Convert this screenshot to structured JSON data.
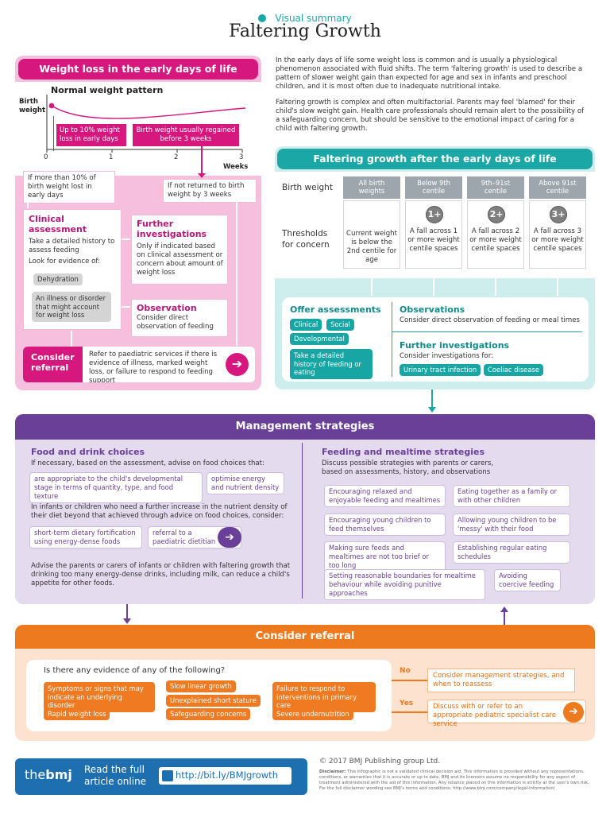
{
  "header": {
    "kicker": "Visual summary",
    "title": "Faltering Growth"
  },
  "intro": {
    "p1": "In the early days of life some weight loss is common and is usually a physiological phenomenon associated with fluid shifts. The term 'faltering growth' is used to describe a pattern of slower weight gain than expected for age and sex in infants and preschool children, and it is most often due to inadequate nutritional intake.",
    "p2": "Faltering growth is complex and often multifactorial. Parents may feel 'blamed' for their child's slow weight gain.  Health care professionals should remain alert to the possibility of a safeguarding concern, but should be sensitive to the emotional impact of caring for a child with faltering growth."
  },
  "early": {
    "title": "Weight loss in the early days of life",
    "chart_title": "Normal weight pattern",
    "y_label": "Birth weight",
    "x_label": "Weeks",
    "x_ticks": [
      "0",
      "1",
      "2",
      "3"
    ],
    "note_left": "Up to 10% weight loss in early days",
    "note_right": "Birth weight usually regained before 3 weeks",
    "more_than_10": "If more than 10% of birth weight lost in early days",
    "not_returned": "If not returned to birth weight by 3 weeks",
    "clinical_title": "Clinical assessment",
    "clinical_text": "Take a detailed history to assess feeding",
    "look_for": "Look for evidence of:",
    "dehydration": "Dehydration",
    "illness": "An illness or disorder that might account for weight loss",
    "further_title": "Further investigations",
    "further_text": "Only if indicated based on clinical assessment or concern about amount of weight loss",
    "observation_title": "Observation",
    "observation_text": "Consider direct observation of feeding",
    "referral_label": "Consider referral",
    "referral_text": "Refer to paediatric services if there is evidence of illness, marked weight loss, or failure to respond to feeding support"
  },
  "after": {
    "title": "Faltering growth after the early days of life",
    "row_birth": "Birth weight",
    "row_thresholds": "Thresholds for concern",
    "columns": [
      {
        "head": "All birth weights",
        "badge": "",
        "text": "Current weight is below the 2nd centile for age"
      },
      {
        "head": "Below 9th centile",
        "badge": "1+",
        "text": "A fall across 1 or more weight centile spaces"
      },
      {
        "head": "9th–91st centile",
        "badge": "2+",
        "text": "A fall across 2 or more weight centile spaces"
      },
      {
        "head": "Above 91st centile",
        "badge": "3+",
        "text": "A fall across 3 or more weight centile spaces"
      }
    ],
    "offer_title": "Offer assessments",
    "chips": [
      "Clinical",
      "Social",
      "Developmental"
    ],
    "history_chip": "Take a detailed history of feeding or eating",
    "obs_title": "Observations",
    "obs_text": "Consider direct observation of feeding or meal times",
    "inv_title": "Further investigations",
    "inv_text": "Consider investigations for:",
    "inv_chips": [
      "Urinary tract infection",
      "Coeliac disease"
    ]
  },
  "management": {
    "title": "Management strategies",
    "food_title": "Food and drink choices",
    "food_intro": "If necessary, based on the assessment, advise on food choices that:",
    "food_pills": [
      "are appropriate to the child's developmental stage in terms of quantity, type, and food texture",
      "optimise energy and nutrient density"
    ],
    "density_text": "In infants or children who need a further increase in the nutrient density of their diet beyond that achieved through advice on food choices, consider:",
    "density_pills": [
      "short-term dietary fortification using energy-dense foods",
      "referral to a paediatric dietitian"
    ],
    "advise_text": "Advise the parents or carers of infants or children with faltering growth that drinking too many energy-dense drinks, including milk, can reduce a child's appetite for other foods.",
    "feeding_title": "Feeding and mealtime strategies",
    "feeding_intro": "Discuss possible strategies with parents or carers, based on assessments, history, and observations",
    "feeding_pills": [
      "Encouraging relaxed and enjoyable feeding and mealtimes",
      "Eating together as a family or with other children",
      "Encouraging young children to feed themselves",
      "Allowing young children to be 'messy' with their food",
      "Making sure feeds and mealtimes are not too brief or too long",
      "Establishing regular eating schedules",
      "Setting reasonable boundaries for mealtime behaviour while avoiding punitive approaches",
      "Avoiding coercive feeding"
    ]
  },
  "referral": {
    "title": "Consider referral",
    "question": "Is there any evidence of any of the following?",
    "chips": [
      "Symptoms or signs that may indicate an underlying disorder",
      "Slow linear growth",
      "Failure to respond to interventions in primary care",
      "Unexplained short stature",
      "Rapid weight loss",
      "Safeguarding concerns",
      "Severe undernutrition"
    ],
    "no_label": "No",
    "yes_label": "Yes",
    "no_text": "Consider management strategies, and when to reassess",
    "yes_text": "Discuss with or refer to an appropriate pediatric specialist care service"
  },
  "footer": {
    "logo_the": "the",
    "logo_bmj": "bmj",
    "read_text": "Read the full article online",
    "url": "http://bit.ly/BMJgrowth",
    "copyright": "© 2017 BMJ Publishing group Ltd.",
    "disclaimer_label": "Disclaimer:",
    "disclaimer": "This infographic is not a validated clinical decision aid. This information is provided without any representations, conditions, or warranties that it is accurate or up to date. BMJ and its licensors assume no responsibility for any aspect of treatment administered with the aid of this information. Any reliance placed on this information is strictly at the user's own risk. For the full disclaimer wording see BMJ's terms and conditions: http://www.bmj.com/company/legal-information/"
  },
  "colors": {
    "pink": "#d6177e",
    "pink_bg": "#f6bfdd",
    "teal": "#1aa7a6",
    "teal_bg": "#cdeeed",
    "purple": "#6a3f98",
    "purple_bg": "#e4dcee",
    "orange": "#ee7a1f",
    "orange_bg": "#fde3cf",
    "blue": "#1d6fb0"
  }
}
